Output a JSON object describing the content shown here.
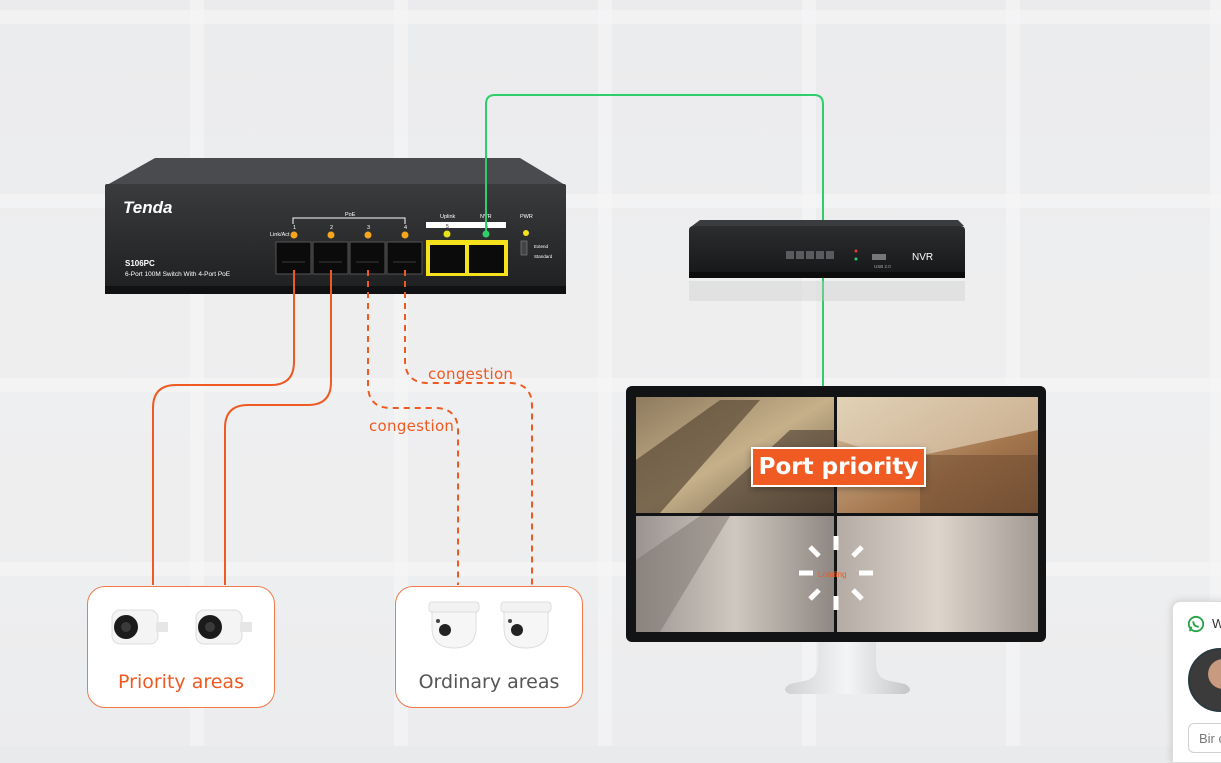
{
  "switch": {
    "brand": "Tenda",
    "model": "S106PC",
    "description": "6-Port 100M Switch With 4-Port PoE",
    "poe_label": "PoE",
    "link_label": "Link/Act",
    "port_numbers": [
      "1",
      "2",
      "3",
      "4",
      "5",
      "6"
    ],
    "uplink_label": "Uplink",
    "nvr_port_label": "NVR",
    "pwr_label": "PWR",
    "mode_extend": "Extend",
    "mode_standard": "Standard"
  },
  "nvr": {
    "label": "NVR",
    "usb_label": "USB 2.0"
  },
  "links": {
    "congestion_1": "congestion",
    "congestion_2": "congestion"
  },
  "areas": {
    "priority": "Priority areas",
    "ordinary": "Ordinary areas"
  },
  "monitor": {
    "banner": "Port priority",
    "loading": "Loading"
  },
  "chat_widget": {
    "title": "W",
    "input_placeholder": "Bir c"
  },
  "colors": {
    "orange": "#ee5a22",
    "green": "#2ecf6a",
    "port_yellow": "#f5e21c"
  }
}
